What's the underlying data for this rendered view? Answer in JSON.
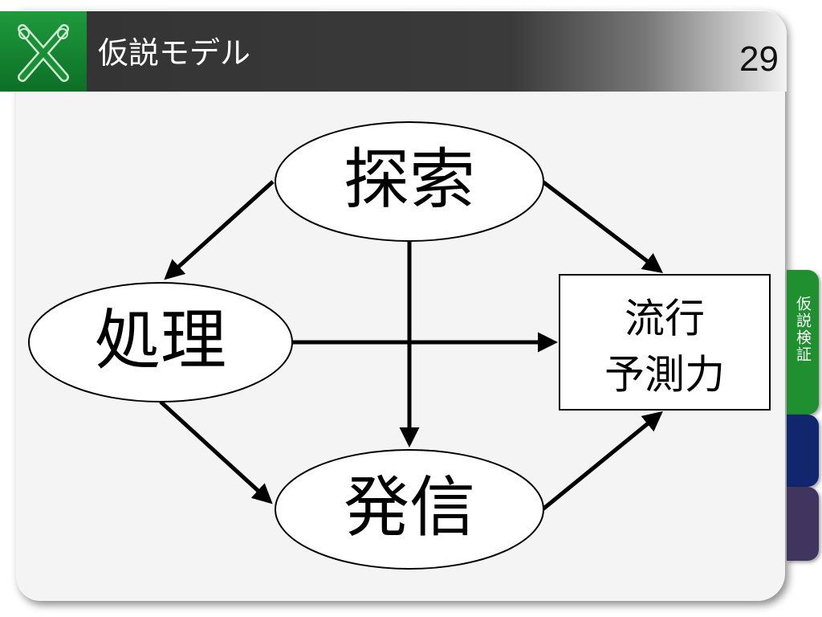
{
  "slide": {
    "title": "仮説モデル",
    "page_number": "29"
  },
  "side_tabs": [
    {
      "label": "仮説検証",
      "color": "#1f8f2f"
    },
    {
      "label": "",
      "color": "#12266e"
    },
    {
      "label": "",
      "color": "#40355e"
    }
  ],
  "diagram": {
    "nodes": {
      "explore": "探索",
      "process": "処理",
      "transmit": "発信",
      "trend_line1": "流行",
      "trend_line2": "予測力"
    }
  },
  "colors": {
    "header_dark": "#333333",
    "logo_green": "#1a8f35",
    "tab_green": "#1f8f2f",
    "tab_navy": "#12266e",
    "tab_purple": "#40355e"
  }
}
